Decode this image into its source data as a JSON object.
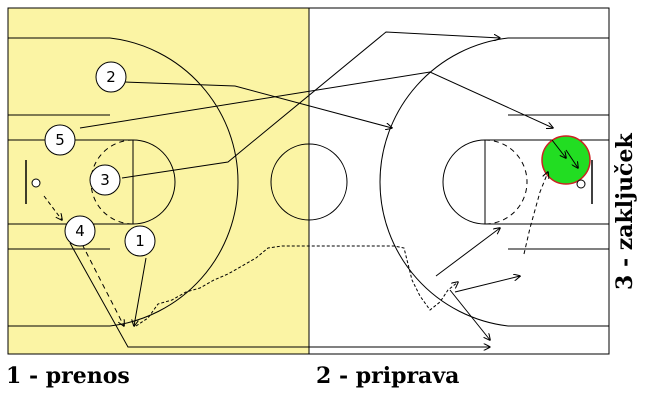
{
  "phases": {
    "phase1": "1 - prenos",
    "phase2": "2 - priprava",
    "phase3": "3 - zaključek"
  },
  "players": [
    {
      "id": "player-2",
      "label": "2"
    },
    {
      "id": "player-5",
      "label": "5"
    },
    {
      "id": "player-3",
      "label": "3"
    },
    {
      "id": "player-4",
      "label": "4"
    },
    {
      "id": "player-1",
      "label": "1"
    }
  ],
  "colors": {
    "highlight_zone": "#fbf4a4",
    "court_lines": "#000000",
    "finish_circle": "#22dd22",
    "finish_circle_border": "#cc2222"
  }
}
